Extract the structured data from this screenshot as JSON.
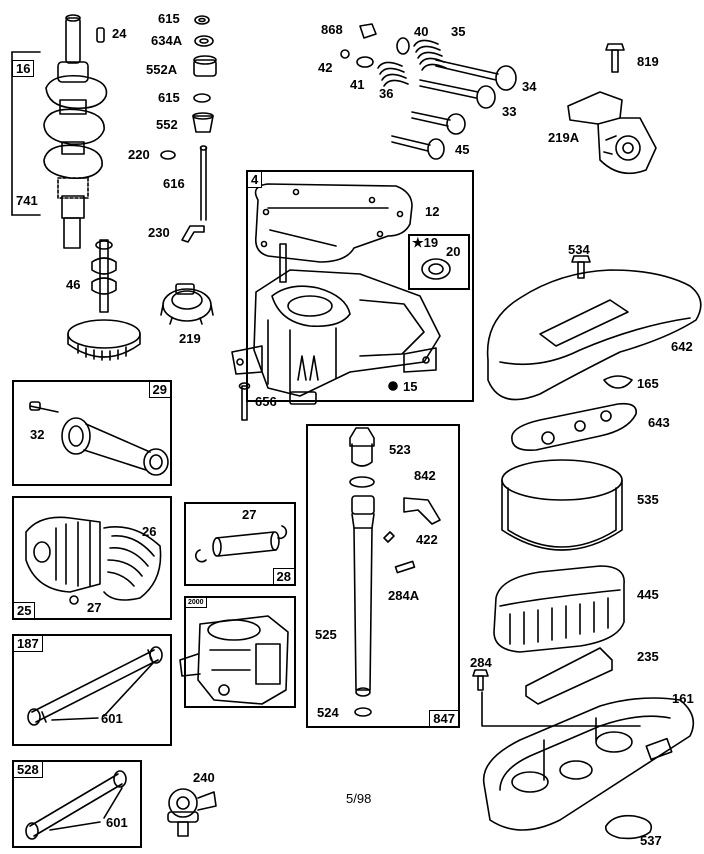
{
  "footer": {
    "date_code": "5/98"
  },
  "boxes": {
    "crankshaft": "16",
    "crankshaft_bottom": "741",
    "cylinder": "4",
    "seal": "★19",
    "connecting_rod": "29",
    "cylinder_head": "25",
    "piston_pins": "28",
    "breather_tube_a": "187",
    "breather_tube_b": "528",
    "dipstick": "847",
    "carburetor": "2000"
  },
  "parts": {
    "p24": "24",
    "p615a": "615",
    "p634A": "634A",
    "p552A": "552A",
    "p615b": "615",
    "p552": "552",
    "p220": "220",
    "p616": "616",
    "p230": "230",
    "p46": "46",
    "p219": "219",
    "p868": "868",
    "p40": "40",
    "p35": "35",
    "p42": "42",
    "p41": "41",
    "p36": "36",
    "p34": "34",
    "p33": "33",
    "p45": "45",
    "p819": "819",
    "p219A": "219A",
    "p12": "12",
    "p20": "20",
    "p15": "15",
    "p656": "656",
    "p534": "534",
    "p642": "642",
    "p165": "165",
    "p643": "643",
    "p535": "535",
    "p445": "445",
    "p235": "235",
    "p161": "161",
    "p284b": "284",
    "p537": "537",
    "p523": "523",
    "p842": "842",
    "p422": "422",
    "p284A": "284A",
    "p525": "525",
    "p524": "524",
    "p32": "32",
    "p26": "26",
    "p27a": "27",
    "p27b": "27",
    "p601a": "601",
    "p601b": "601",
    "p240": "240"
  }
}
